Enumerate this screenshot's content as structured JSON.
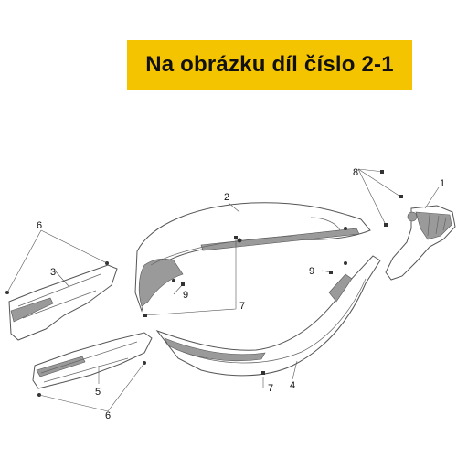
{
  "banner": {
    "text": "Na obrázku díl číslo 2-1",
    "background": "#f5c400"
  },
  "callouts": [
    {
      "id": "c1",
      "label": "1"
    },
    {
      "id": "c2",
      "label": "2"
    },
    {
      "id": "c3",
      "label": "3"
    },
    {
      "id": "c4",
      "label": "4"
    },
    {
      "id": "c5",
      "label": "5"
    },
    {
      "id": "c6a",
      "label": "6"
    },
    {
      "id": "c6b",
      "label": "6"
    },
    {
      "id": "c7a",
      "label": "7"
    },
    {
      "id": "c7b",
      "label": "7"
    },
    {
      "id": "c8",
      "label": "8"
    },
    {
      "id": "c9a",
      "label": "9"
    },
    {
      "id": "c9b",
      "label": "9"
    }
  ]
}
